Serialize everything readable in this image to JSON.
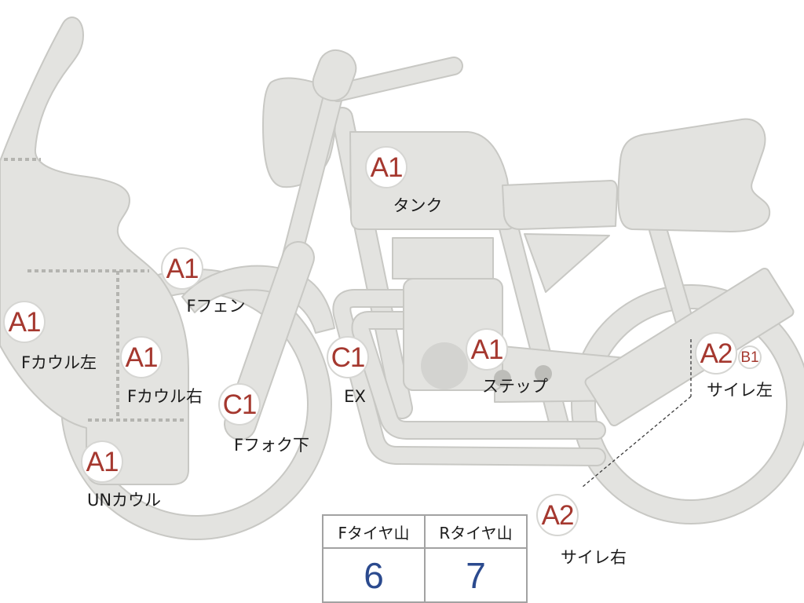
{
  "colors": {
    "part_fill": "#e3e3e0",
    "part_outline": "#c8c8c4",
    "grade_text": "#a5382f",
    "badge_border": "#d6d6d3",
    "tread_value": "#2b4a8e",
    "leader_line": "#3a3a3a"
  },
  "damage_marks": [
    {
      "grade": "A1",
      "part": "タンク"
    },
    {
      "grade": "A1",
      "part": "Fフェン"
    },
    {
      "grade": "A1",
      "part": "Fカウル左"
    },
    {
      "grade": "A1",
      "part": "Fカウル右"
    },
    {
      "grade": "C1",
      "part": "Fフォク下"
    },
    {
      "grade": "A1",
      "part": "UNカウル"
    },
    {
      "grade": "C1",
      "part": "EX"
    },
    {
      "grade": "A1",
      "part": "ステップ"
    },
    {
      "grade": "A2",
      "extra_grade": "B1",
      "part": "サイレ左"
    },
    {
      "grade": "A2",
      "part": "サイレ右"
    }
  ],
  "tire_tread": {
    "headers": [
      "Fタイヤ山",
      "Rタイヤ山"
    ],
    "values": [
      "6",
      "7"
    ]
  }
}
